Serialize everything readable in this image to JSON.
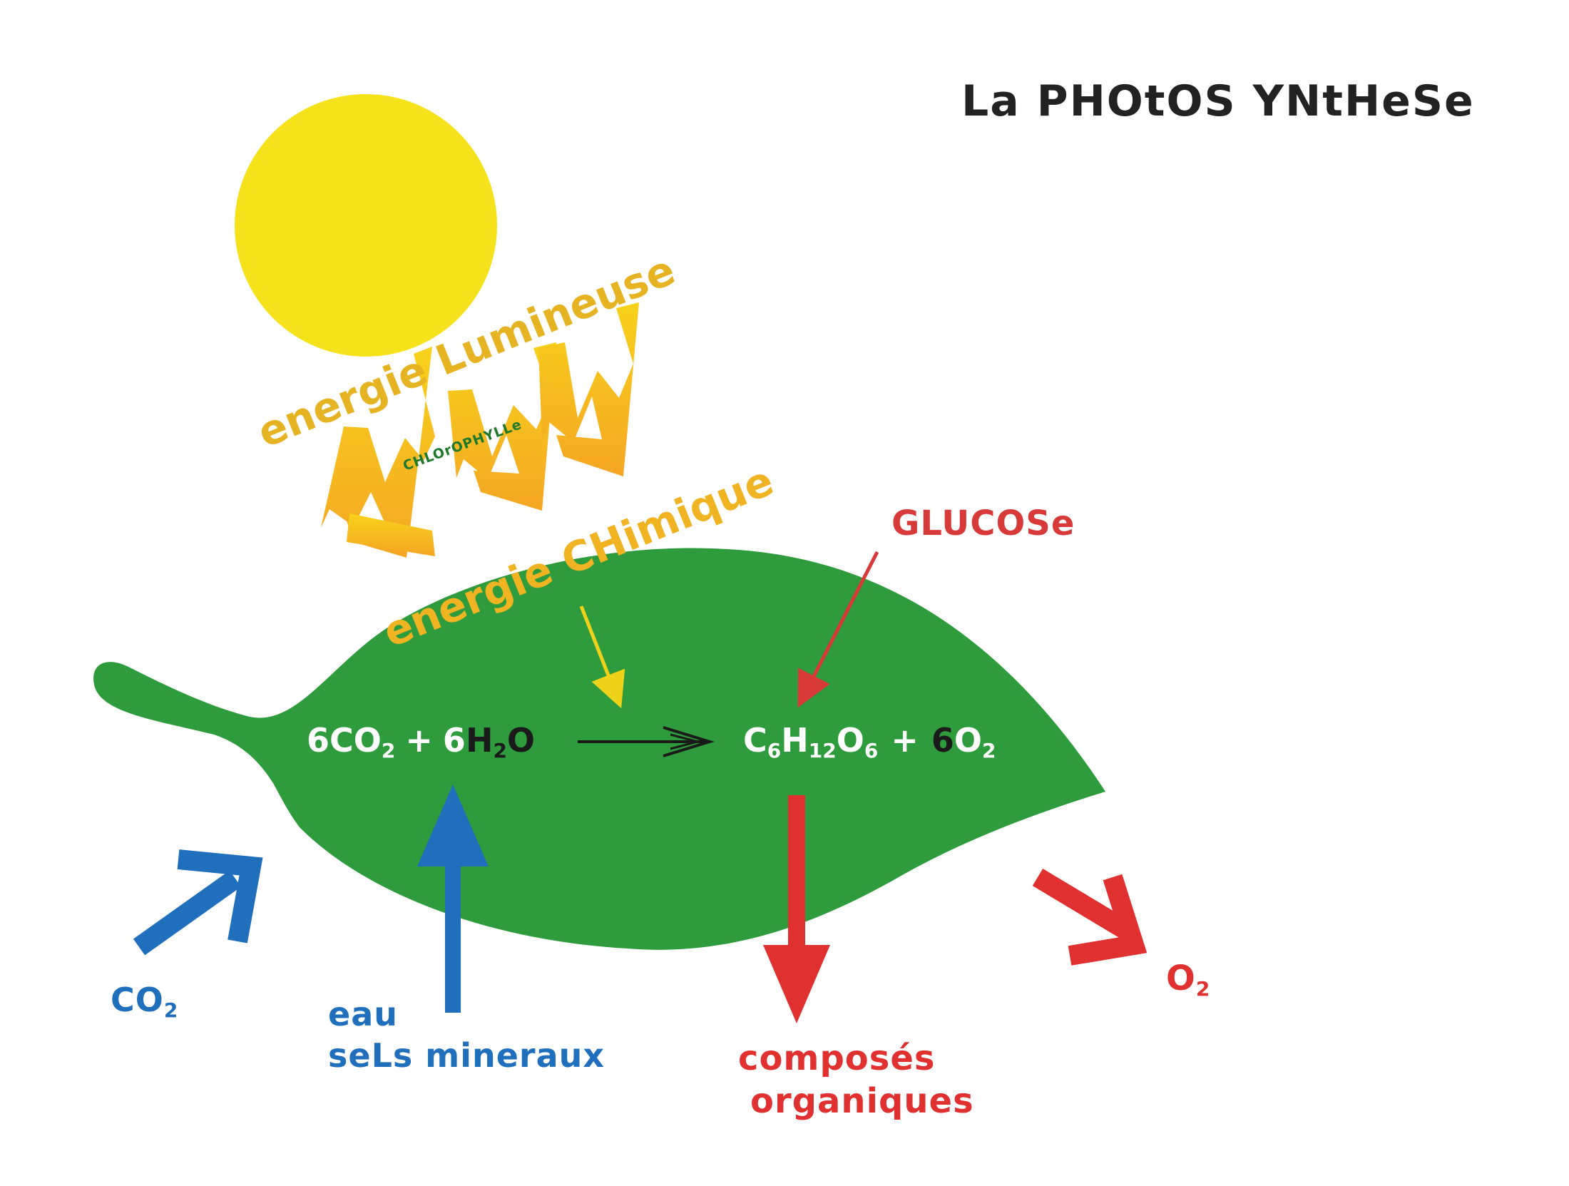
{
  "title": "La PHOtOS YNtHeSe",
  "labels": {
    "energie_lumineuse": "energie Lumineuse",
    "chlorophylle": "CHLOrOPHYLLe",
    "energie_chimique": "energie CHimique",
    "glucose": "GLUCOSe",
    "co2": {
      "main": "CO",
      "sub": "2"
    },
    "eau": "eau",
    "sels_mineraux": "seLs mineraux",
    "composes": "composés",
    "organiques": "organiques",
    "o2": {
      "main": "O",
      "sub": "2"
    }
  },
  "equation": {
    "left": {
      "coef1": "6",
      "co": "CO",
      "sub1": "2",
      "plus": "+",
      "coef2": "6",
      "h": "H",
      "sub2": "2",
      "o": "O"
    },
    "right": {
      "c": "C",
      "sub1": "6",
      "h": "H",
      "sub2": "12",
      "o": "O",
      "sub3": "6",
      "plus": "+",
      "coef": "6",
      "o2": "O",
      "sub4": "2"
    }
  },
  "colors": {
    "sun": "#f5e21a",
    "leaf": "#2e9b3c",
    "yellow_text": "#e6b422",
    "dark_green_text": "#1e7a2a",
    "red": "#e03030",
    "blue": "#1f6fbd",
    "title": "#222222"
  }
}
